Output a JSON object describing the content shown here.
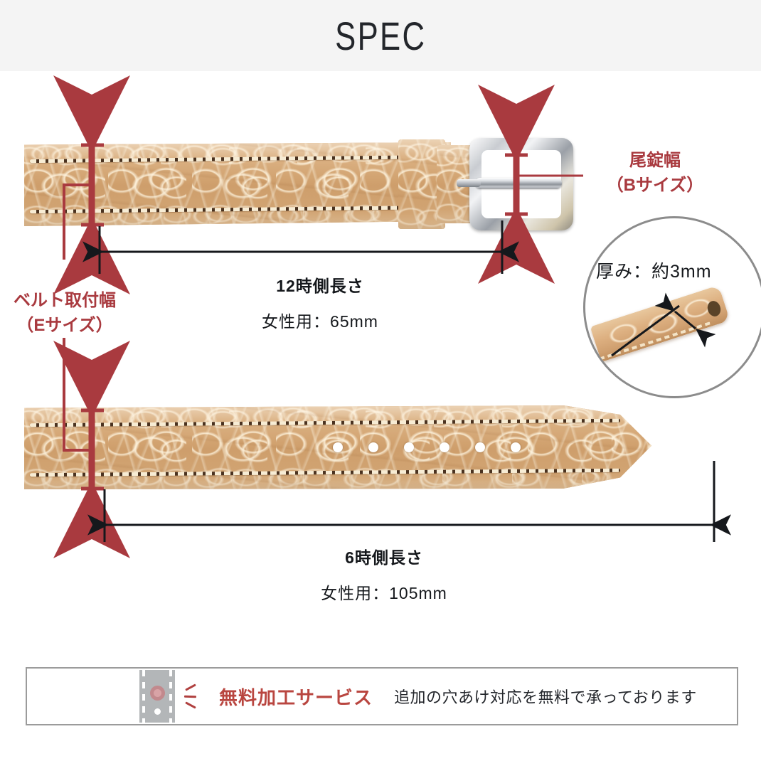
{
  "header": {
    "title": "SPEC"
  },
  "annotations": {
    "buckle_width": {
      "line1": "尾錠幅",
      "line2": "（Bサイズ）",
      "color": "#a93a3f"
    },
    "belt_attach_width": {
      "line1": "ベルト取付幅",
      "line2": "（Eサイズ）",
      "color": "#a93a3f"
    },
    "twelve_oclock": {
      "line1": "12時側長さ",
      "line2": "女性用：65mm"
    },
    "six_oclock": {
      "line1": "6時側長さ",
      "line2": "女性用：105mm"
    },
    "thickness": {
      "label": "厚み：約3mm"
    }
  },
  "banner": {
    "title": "無料加工サービス",
    "subtitle": "追加の穴あけ対応を無料で承っております",
    "icon": "punch-hole-icon",
    "title_color": "#b94640",
    "border_color": "#9b9b9b"
  },
  "strap": {
    "material": "crocodile-leather",
    "leather_color": "#d2a473",
    "stitch_color": "#f7ecd4",
    "buckle_color": "#c9ccd1",
    "hole_count": 6
  }
}
